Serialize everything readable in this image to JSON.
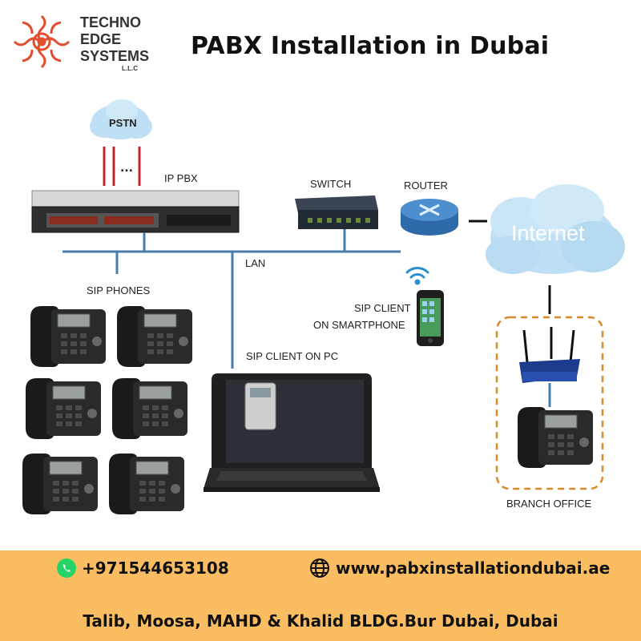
{
  "header": {
    "title": "PABX Installation in Dubai",
    "brand_line1": "TECHNO",
    "brand_line2": "EDGE",
    "brand_line3": "SYSTEMS",
    "brand_suffix": "L.L.C"
  },
  "diagram": {
    "pstn": "PSTN",
    "trunk_ellipsis": "...",
    "ip_pbx": "IP PBX",
    "switch": "SWITCH",
    "router": "ROUTER",
    "internet": "Internet",
    "lan": "LAN",
    "sip_phones": "SIP PHONES",
    "sip_client_smartphone_line1": "SIP CLIENT",
    "sip_client_smartphone_line2": "ON SMARTPHONE",
    "sip_client_pc": "SIP CLIENT ON PC",
    "branch_office": "BRANCH OFFICE"
  },
  "footer": {
    "phone": "+971544653108",
    "website": "www.pabxinstallationdubai.ae",
    "address": "Talib, Moosa, MAHD & Khalid BLDG.Bur Dubai, Dubai",
    "colors": {
      "band": "#fbbd61",
      "whatsapp": "#25d366"
    }
  },
  "colors": {
    "logo": "#e0502f",
    "cloud": "#bfe0f4",
    "link": "#4a7eaa"
  }
}
